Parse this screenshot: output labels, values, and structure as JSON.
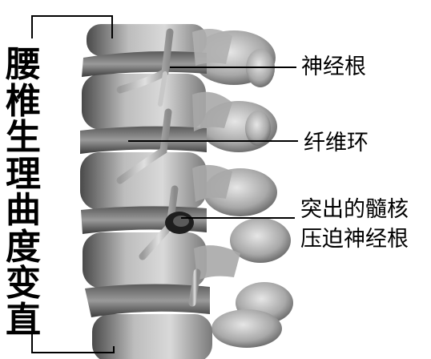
{
  "title": {
    "chars": [
      "腰",
      "椎",
      "生",
      "理",
      "曲",
      "度",
      "变",
      "直"
    ]
  },
  "labels": {
    "nerve_root": "神经根",
    "annulus_fibrosus": "纤维环",
    "herniation_line1": "突出的髓核",
    "herniation_line2": "压迫神经根"
  }
}
